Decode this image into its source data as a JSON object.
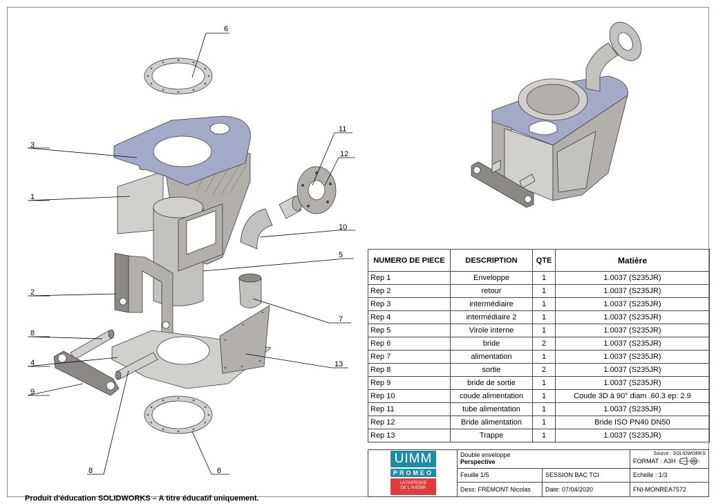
{
  "callouts": [
    "6",
    "3",
    "1",
    "11",
    "12",
    "10",
    "5",
    "2",
    "7",
    "8",
    "4",
    "9",
    "13",
    "8",
    "6"
  ],
  "bom": {
    "headers": [
      "NUMERO DE PIECE",
      "DESCRIPTION",
      "QTE",
      "Matière"
    ],
    "rows": [
      {
        "piece": "Rep 1",
        "description": "Enveloppe",
        "qte": "1",
        "matiere": "1.0037 (S235JR)"
      },
      {
        "piece": "Rep 2",
        "description": "retour",
        "qte": "1",
        "matiere": "1.0037 (S235JR)"
      },
      {
        "piece": "Rep 3",
        "description": "intermédiaire",
        "qte": "1",
        "matiere": "1.0037 (S235JR)"
      },
      {
        "piece": "Rep 4",
        "description": "intermédiaire 2",
        "qte": "1",
        "matiere": "1.0037 (S235JR)"
      },
      {
        "piece": "Rep 5",
        "description": "Virole interne",
        "qte": "1",
        "matiere": "1.0037 (S235JR)"
      },
      {
        "piece": "Rep 6",
        "description": "bride",
        "qte": "2",
        "matiere": "1.0037 (S235JR)"
      },
      {
        "piece": "Rep 7",
        "description": "alimentation",
        "qte": "1",
        "matiere": "1.0037 (S235JR)"
      },
      {
        "piece": "Rep 8",
        "description": "sortie",
        "qte": "2",
        "matiere": "1.0037 (S235JR)"
      },
      {
        "piece": "Rep 9",
        "description": "bride de sortie",
        "qte": "1",
        "matiere": "1.0037 (S235JR)"
      },
      {
        "piece": "Rep 10",
        "description": "coude alimentation",
        "qte": "1",
        "matiere": "Coude 3D à 90° diam .60.3 ep: 2.9"
      },
      {
        "piece": "Rep 11",
        "description": "tube alimentation",
        "qte": "1",
        "matiere": "1.0037 (S235JR)"
      },
      {
        "piece": "Rep 12",
        "description": "Bride alimentation",
        "qte": "1",
        "matiere": "Bride ISO PN40 DN50"
      },
      {
        "piece": "Rep 13",
        "description": "Trappe",
        "qte": "1",
        "matiere": "1.0037 (S235JR)"
      }
    ]
  },
  "title_block": {
    "logo_main": "UIMM",
    "logo_sub": "PROMEO",
    "logo_tagline_1": "LA FABRIQUE",
    "logo_tagline_2": "DE L'AVENIR",
    "title_line1": "Double enveloppe",
    "title_line2": "Perspective",
    "source": "Source : SOLIDWORKS",
    "format": "FORMAT : A3H",
    "sheet": "Feuille 1/5",
    "session": "SESSION BAC TCI",
    "scale": "Echelle : 1/3",
    "designer": "Dess: FREMONT Nicolas",
    "date": "Date: 07/04/2020",
    "reference": "FNI-MONREA7572"
  },
  "footer_note": "Produit d'éducation SOLIDWORKS – A titre éducatif uniquement.",
  "colors": {
    "plate": "#a3a9c7",
    "metal_light": "#d2d0cc",
    "metal_mid": "#b3b0ab",
    "metal_dark": "#8c8985",
    "outline": "#3a3a3a",
    "logo_blue": "#1e8ca6",
    "logo_red": "#e23a3a"
  }
}
